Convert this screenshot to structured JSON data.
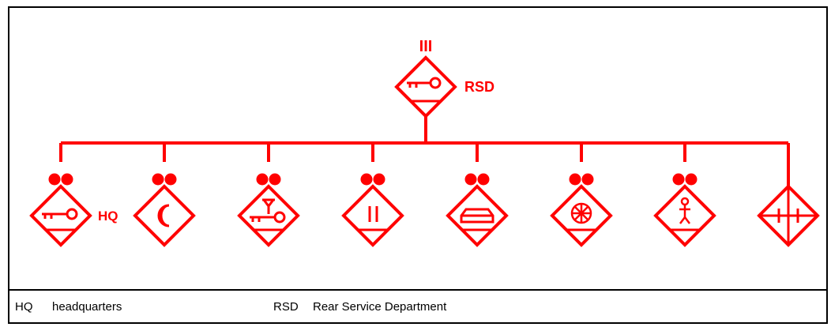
{
  "diagram": {
    "color": "#ff0000",
    "top_unit": {
      "echelon_marks": "III",
      "label": "RSD",
      "icon": "key-icon"
    },
    "subordinates": [
      {
        "label": "HQ",
        "icon": "key-icon",
        "echelon": "two-dots"
      },
      {
        "label": "",
        "icon": "crescent-icon",
        "echelon": "two-dots"
      },
      {
        "label": "",
        "icon": "fuel-key-icon",
        "echelon": "two-dots"
      },
      {
        "label": "",
        "icon": "double-bar-icon",
        "echelon": "two-dots"
      },
      {
        "label": "",
        "icon": "ration-box-icon",
        "echelon": "two-dots"
      },
      {
        "label": "",
        "icon": "wheel-icon",
        "echelon": "two-dots"
      },
      {
        "label": "",
        "icon": "person-icon",
        "echelon": "two-dots"
      },
      {
        "label": "",
        "icon": "rail-track-icon",
        "echelon": "none"
      }
    ]
  },
  "legend": [
    {
      "abbr": "HQ",
      "description": "headquarters"
    },
    {
      "abbr": "RSD",
      "description": "Rear Service Department"
    }
  ]
}
